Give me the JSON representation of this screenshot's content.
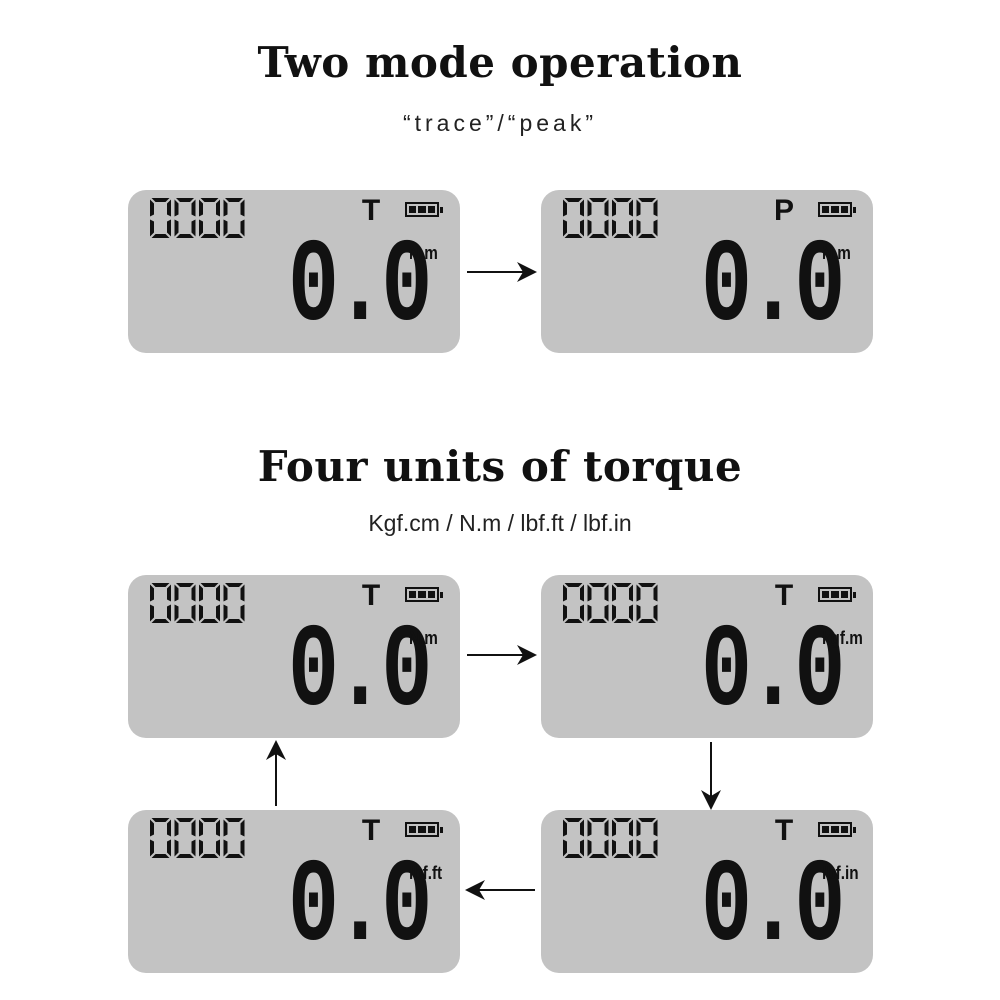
{
  "section1": {
    "title": "Two mode operation",
    "subtitle": "“trace”/“peak”"
  },
  "section2": {
    "title": "Four units of torque",
    "subtitle": "Kgf.cm / N.m / lbf.ft / lbf.in"
  },
  "displays": [
    {
      "counter": "0000",
      "mode": "T",
      "value": "0.0",
      "unit": "N.m",
      "battery_bars": 3
    },
    {
      "counter": "0000",
      "mode": "P",
      "value": "0.0",
      "unit": "N.m",
      "battery_bars": 3
    },
    {
      "counter": "0000",
      "mode": "T",
      "value": "0.0",
      "unit": "N.m",
      "battery_bars": 3
    },
    {
      "counter": "0000",
      "mode": "T",
      "value": "0.0",
      "unit": "kgf.m",
      "battery_bars": 3
    },
    {
      "counter": "0000",
      "mode": "T",
      "value": "0.0",
      "unit": "lbf.ft",
      "battery_bars": 3
    },
    {
      "counter": "0000",
      "mode": "T",
      "value": "0.0",
      "unit": "lbf.in",
      "battery_bars": 3
    }
  ],
  "colors": {
    "lcd": "#c3c3c3",
    "ink": "#111111"
  }
}
